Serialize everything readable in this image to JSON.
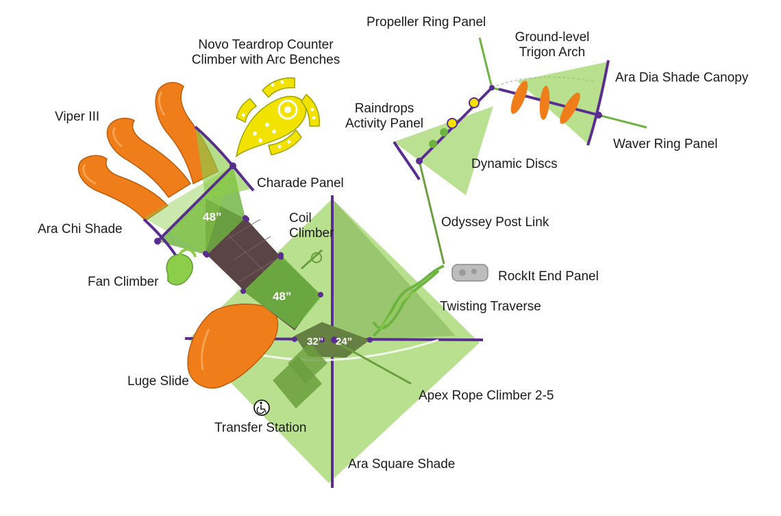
{
  "colors": {
    "slide_orange": "#ef7d1a",
    "slide_dark": "#b95c0e",
    "shade_green": "#8ccd4a",
    "shade_green_dark": "#6a9e3e",
    "deck_brown": "#5b4446",
    "post_purple": "#5a2d91",
    "climber_yellow": "#f2e200",
    "rock_gray": "#bdbdbd"
  },
  "labels": {
    "novo_teardrop": "Novo Teardrop Counter\nClimber with Arc Benches",
    "viper": "Viper III",
    "charade_panel": "Charade Panel",
    "coil_climber": "Coil\nClimber",
    "ara_chi_shade": "Ara Chi Shade",
    "fan_climber": "Fan Climber",
    "luge_slide": "Luge Slide",
    "transfer_station": "Transfer Station",
    "ara_square_shade": "Ara Square Shade",
    "apex_rope_climber": "Apex Rope Climber 2-5",
    "twisting_traverse": "Twisting Traverse",
    "rockit_end_panel": "RockIt End Panel",
    "odyssey_post_link": "Odyssey Post Link",
    "raindrops_panel": "Raindrops\nActivity Panel",
    "dynamic_discs": "Dynamic Discs",
    "propeller_ring_panel": "Propeller Ring Panel",
    "trigon_arch": "Ground-level\nTrigon Arch",
    "ara_dia_shade": "Ara Dia Shade Canopy",
    "waver_ring_panel": "Waver Ring Panel"
  },
  "deck_heights": {
    "upper_deck": "48”",
    "middle_deck": "48”",
    "lower_left_deck": "32”",
    "lower_right_deck": "24”"
  },
  "icons": {
    "transfer_station": "wheelchair-icon"
  }
}
